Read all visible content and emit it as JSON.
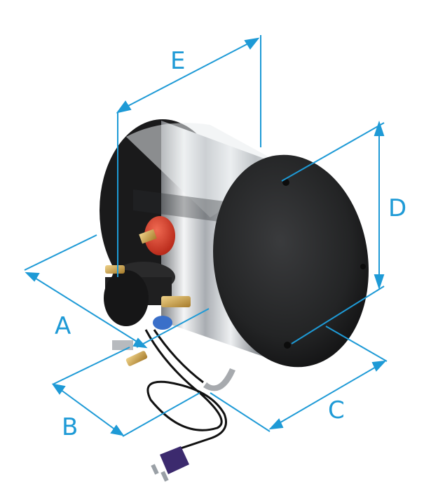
{
  "dimension_labels": {
    "a": "A",
    "b": "B",
    "c": "C",
    "d": "D",
    "e": "E"
  },
  "colors": {
    "dimension_line": "#1e9ad6",
    "tank_cap": "#1b1b1c",
    "stainless": "#c9cbcd",
    "valve_red": "#d63a2a",
    "brass": "#c9a24a",
    "plug": "#3c2a6e"
  },
  "icons": {
    "product": "water-heater-tank",
    "plug": "power-plug-icon"
  }
}
